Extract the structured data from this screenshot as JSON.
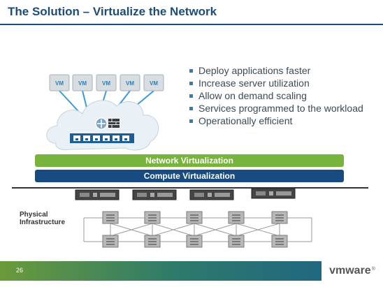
{
  "slide": {
    "title": "The Solution – Virtualize the Network",
    "page_number": "26"
  },
  "diagram": {
    "vm_label": "VM",
    "vm_count": 5,
    "bullets": [
      "Deploy applications faster",
      "Increase server utilization",
      "Allow on demand scaling",
      "Services  programmed to the workload",
      "Operationally efficient"
    ],
    "network_bar": "Network Virtualization",
    "compute_bar": "Compute Virtualization",
    "physical_label_line1": "Physical",
    "physical_label_line2": "Infrastructure"
  },
  "brand": {
    "logo_text": "vmware",
    "trademark": "®"
  },
  "colors": {
    "title": "#1a4d7a",
    "network_bar": "#78b33b",
    "compute_bar": "#174a80",
    "bullet": "#2f7fb0"
  },
  "icons": [
    "vm-icon",
    "firewall-icon",
    "router-icon",
    "port-icon",
    "server-icon",
    "switch-icon"
  ]
}
